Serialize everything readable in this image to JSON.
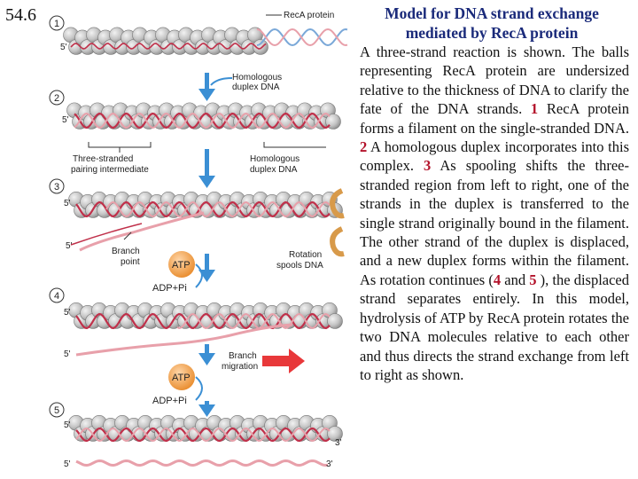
{
  "slide_number": "54.6",
  "figure": {
    "steps": [
      "1",
      "2",
      "3",
      "4",
      "5"
    ],
    "labels": {
      "reca_protein": "RecA protein",
      "homologous_duplex_1": "Homologous",
      "homologous_duplex_2": "duplex DNA",
      "three_stranded_1": "Three-stranded",
      "three_stranded_2": "pairing intermediate",
      "homologous_dna_1": "Homologous",
      "homologous_dna_2": "duplex DNA",
      "branch_point_1": "Branch",
      "branch_point_2": "point",
      "rotation_1": "Rotation",
      "rotation_2": "spools DNA",
      "branch_migration_1": "Branch",
      "branch_migration_2": "migration",
      "atp": "ATP",
      "adp": "ADP+Pi",
      "five_prime": "5'",
      "three_prime": "3'"
    },
    "colors": {
      "protein_ball": "#c9c9c9",
      "dna_red": "#c0304a",
      "dna_pink": "#e8a0aa",
      "dna_blue": "#7aa8d8",
      "arrow_blue": "#3b8fd4",
      "atp_orange": "#f0a050",
      "migration_red": "#e8383a"
    }
  },
  "panel": {
    "title_line1": "Model for DNA strand exchange",
    "title_line2": "mediated by RecA protein",
    "body": [
      {
        "t": "A three-strand reaction is shown. The balls representing RecA protein are undersized relative to the thickness of DNA to clarify the fate of the DNA strands. "
      },
      {
        "t": "1",
        "num": true
      },
      {
        "t": " RecA protein forms a filament on the single-stranded DNA. "
      },
      {
        "t": "2",
        "num": true
      },
      {
        "t": " A homologous duplex incorporates into this complex. "
      },
      {
        "t": "3",
        "num": true
      },
      {
        "t": " As spooling shifts the three-stranded region from left to right, one of the strands in the duplex is transferred to the single strand originally bound in the filament. The other strand of the duplex is displaced, and a new duplex forms within the filament. As rotation continues ("
      },
      {
        "t": "4",
        "num": true
      },
      {
        "t": " and "
      },
      {
        "t": "5",
        "num": true
      },
      {
        "t": " ), the displaced strand separates entirely. In this model, hydrolysis of ATP by RecA protein rotates the two DNA molecules relative to each other and thus directs the strand exchange from left to right as shown."
      }
    ]
  }
}
